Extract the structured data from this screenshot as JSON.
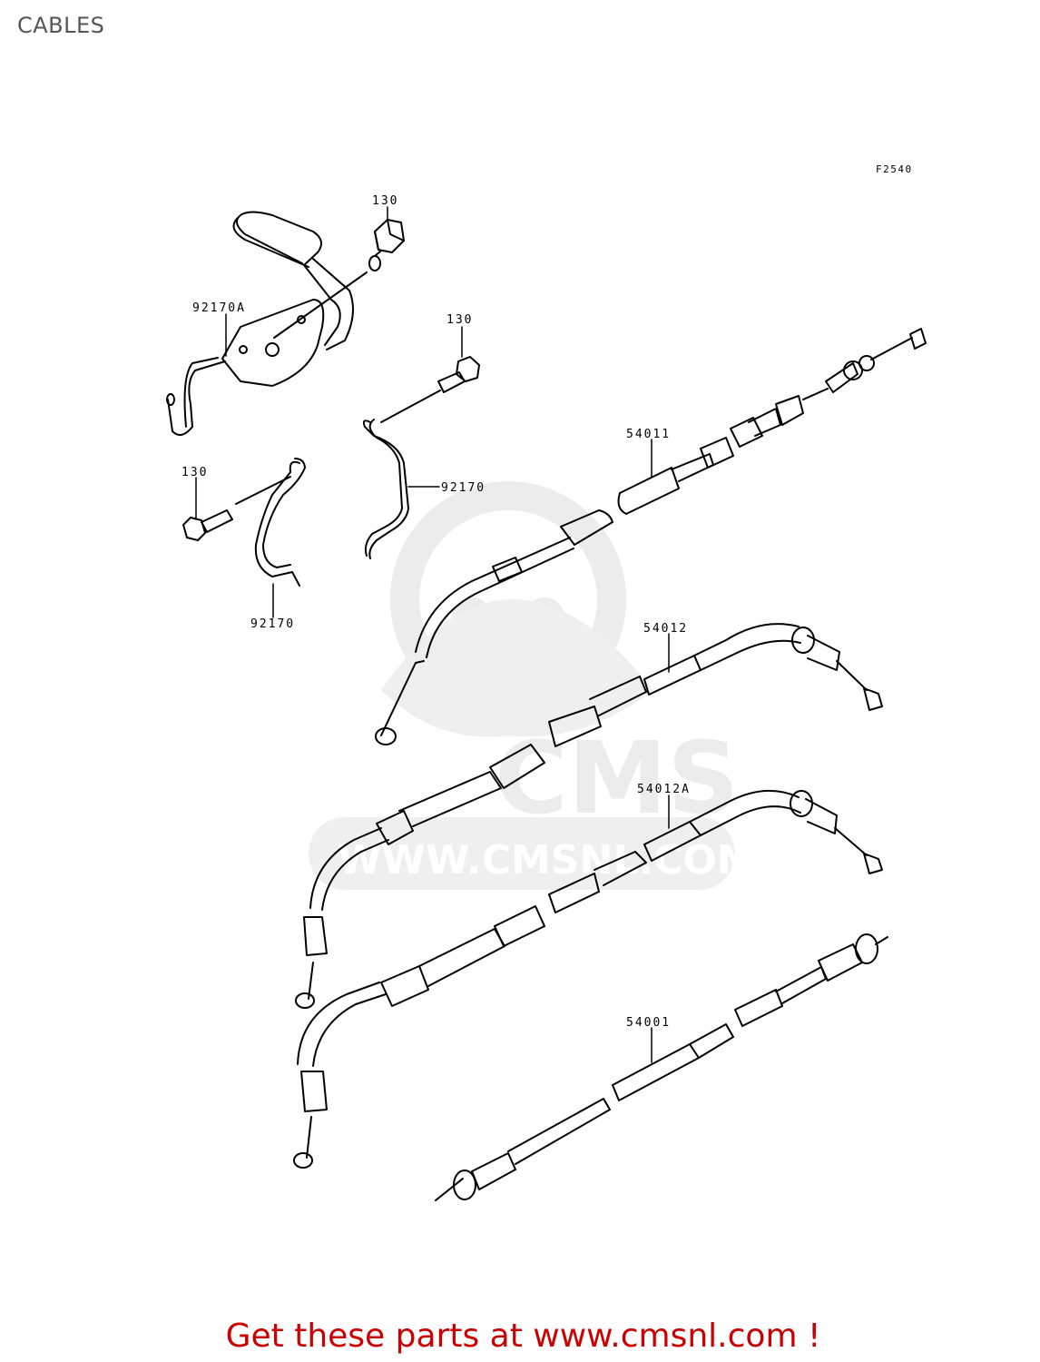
{
  "page": {
    "title": "CABLES",
    "figure_ref": "F2540"
  },
  "callouts": {
    "bolt_top": "130",
    "bolt_mid": "130",
    "bolt_left": "130",
    "bracket": "92170A",
    "clamp_right": "92170",
    "clamp_left": "92170",
    "cable_clutch": "54011",
    "cable_throttle": "54012",
    "cable_throttle_b": "54012A",
    "cable_speedo": "54001"
  },
  "watermark": {
    "brand": "CMS",
    "url": "WWW.CMSNL.COM"
  },
  "footer": {
    "text": "Get these parts at www.cmsnl.com !"
  }
}
